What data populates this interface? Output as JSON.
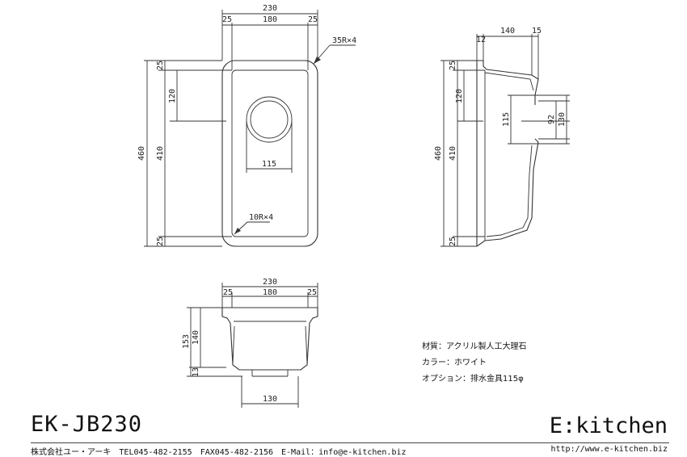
{
  "title": {
    "model": "EK-JB230",
    "brand": "E:kitchen"
  },
  "footer": {
    "contact": "株式会社ユー・アーキ　TEL045-482-2155　FAX045-482-2156　E-Mail：info@e-kitchen.biz",
    "url": "http://www.e-kitchen.biz"
  },
  "specs": {
    "material": "材質：アクリル製人工大理石",
    "color": "カラー：ホワイト",
    "option": "オプション：排水金具115φ"
  },
  "top_view": {
    "width_total": "230",
    "width_rim_left": "25",
    "width_inner": "180",
    "width_rim_right": "25",
    "outer_radius": "35R×4",
    "height_total": "460",
    "rim_top": "25",
    "drain_offset": "120",
    "inner_height": "410",
    "rim_bottom": "25",
    "drain_diameter": "115",
    "inner_radius": "10R×4"
  },
  "side_view": {
    "depth": "140",
    "wall": "12",
    "lip": "15",
    "rim_top": "25",
    "drain_offset": "120",
    "height_total": "460",
    "inner_height": "410",
    "rim_bottom": "25",
    "drain_115": "115",
    "drain_92": "92",
    "drain_130": "130"
  },
  "front_view": {
    "width_total": "230",
    "rim_left": "25",
    "inner": "180",
    "rim_right": "25",
    "total_height": "153",
    "bowl_depth": "140",
    "flange": "13",
    "drain_width": "130"
  }
}
